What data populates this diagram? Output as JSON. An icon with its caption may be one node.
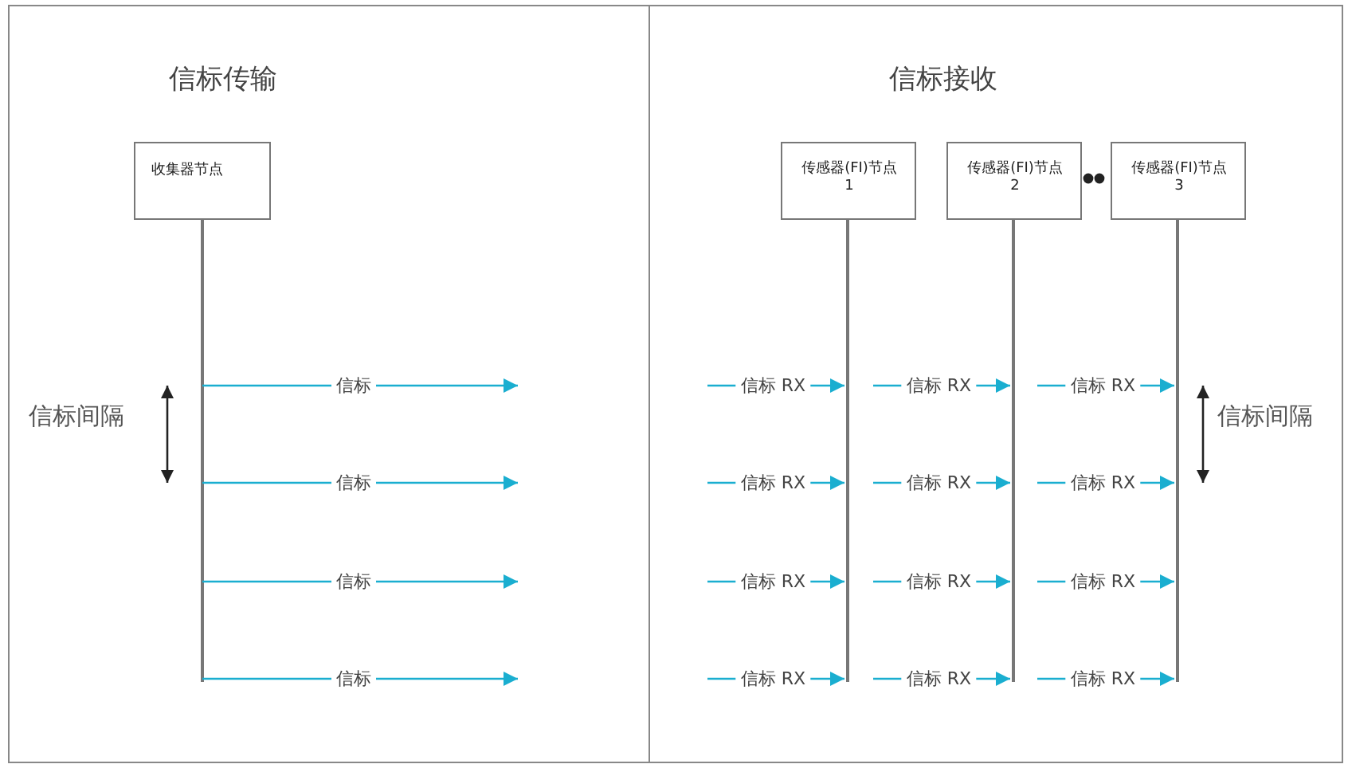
{
  "diagram": {
    "nodes": [
      {
        "text": [
          "信标传输"
        ]
      },
      {
        "text": [
          "信标接收"
        ]
      },
      {
        "text": [
          "收集器节点"
        ],
        "in": 0
      },
      {
        "text": [
          "传感器(FI)节点 1"
        ],
        "in": 1
      },
      {
        "text": [
          "传感器(FI)节点 2"
        ],
        "in": 1
      },
      {
        "text": [
          "传感器(FI)节点 3"
        ],
        "in": 1
      },
      {
        "text": [],
        "shape": "bar",
        "in": 0
      },
      {
        "text": [],
        "shape": "bar",
        "in": 1
      },
      {
        "text": [],
        "shape": "bar",
        "in": 1
      },
      {
        "text": [],
        "shape": "bar",
        "in": 1
      }
    ],
    "edges": [
      {
        "from": 6,
        "to": null,
        "arrow": "to",
        "label": "信标"
      },
      {
        "from": 6,
        "to": null,
        "arrow": "to",
        "label": "信标"
      },
      {
        "from": 6,
        "to": null,
        "arrow": "to",
        "label": "信标"
      },
      {
        "from": 6,
        "to": null,
        "arrow": "to",
        "label": "信标"
      },
      {
        "from": null,
        "to": 7,
        "arrow": "to",
        "label": "信标 RX"
      },
      {
        "from": null,
        "to": 8,
        "arrow": "to",
        "label": "信标 RX"
      },
      {
        "from": null,
        "to": 9,
        "arrow": "to",
        "label": "信标 RX"
      },
      {
        "from": null,
        "to": 7,
        "arrow": "to",
        "label": "信标 RX"
      },
      {
        "from": null,
        "to": 8,
        "arrow": "to",
        "label": "信标 RX"
      },
      {
        "from": null,
        "to": 9,
        "arrow": "to",
        "label": "信标 RX"
      },
      {
        "from": null,
        "to": 7,
        "arrow": "to",
        "label": "信标 RX"
      },
      {
        "from": null,
        "to": 8,
        "arrow": "to",
        "label": "信标 RX"
      },
      {
        "from": null,
        "to": 9,
        "arrow": "to",
        "label": "信标 RX"
      },
      {
        "from": null,
        "to": 7,
        "arrow": "to",
        "label": "信标 RX"
      },
      {
        "from": null,
        "to": 8,
        "arrow": "to",
        "label": "信标 RX"
      },
      {
        "from": null,
        "to": 9,
        "arrow": "to",
        "label": "信标 RX"
      }
    ],
    "labels": [
      "信标间隔",
      "信标间隔"
    ]
  }
}
